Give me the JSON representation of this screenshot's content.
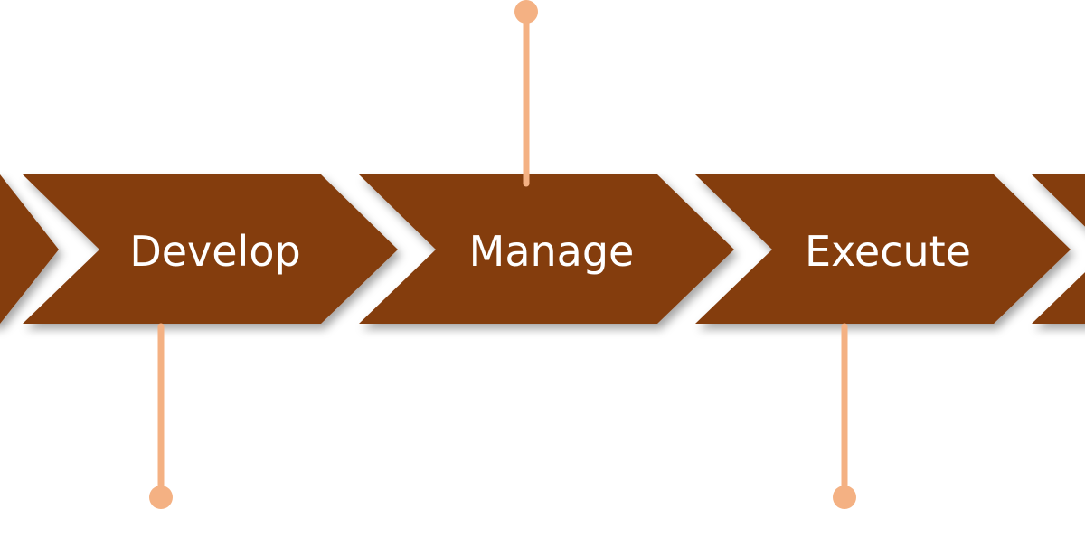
{
  "diagram": {
    "colors": {
      "chevron": "#843C0C",
      "connector": "#F4B183",
      "label": "#FFFFFF",
      "background": "#FFFFFF"
    },
    "steps": [
      {
        "label": ""
      },
      {
        "label": "Develop"
      },
      {
        "label": "Manage"
      },
      {
        "label": "Execute"
      },
      {
        "label": ""
      }
    ]
  }
}
